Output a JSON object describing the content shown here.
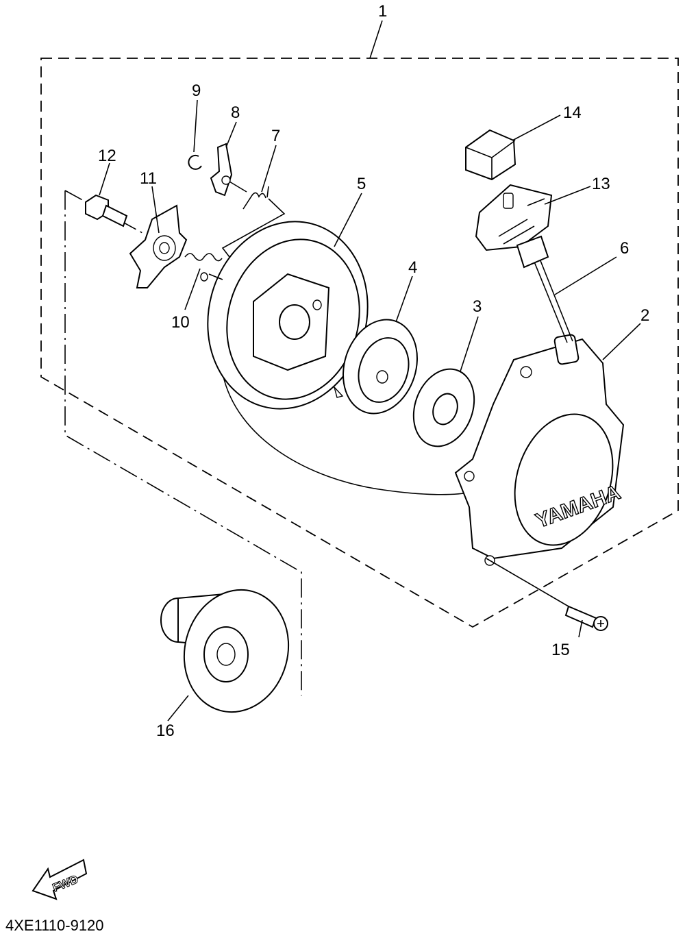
{
  "diagram": {
    "callouts": [
      {
        "id": "1",
        "label": "1"
      },
      {
        "id": "2",
        "label": "2"
      },
      {
        "id": "3",
        "label": "3"
      },
      {
        "id": "4",
        "label": "4"
      },
      {
        "id": "5",
        "label": "5"
      },
      {
        "id": "6",
        "label": "6"
      },
      {
        "id": "7",
        "label": "7"
      },
      {
        "id": "8",
        "label": "8"
      },
      {
        "id": "9",
        "label": "9"
      },
      {
        "id": "10",
        "label": "10"
      },
      {
        "id": "11",
        "label": "11"
      },
      {
        "id": "12",
        "label": "12"
      },
      {
        "id": "13",
        "label": "13"
      },
      {
        "id": "14",
        "label": "14"
      },
      {
        "id": "15",
        "label": "15"
      },
      {
        "id": "16",
        "label": "16"
      }
    ],
    "brand_text": "YAMAHA",
    "direction_label": "FWD",
    "drawing_code": "4XE1110-9120"
  }
}
